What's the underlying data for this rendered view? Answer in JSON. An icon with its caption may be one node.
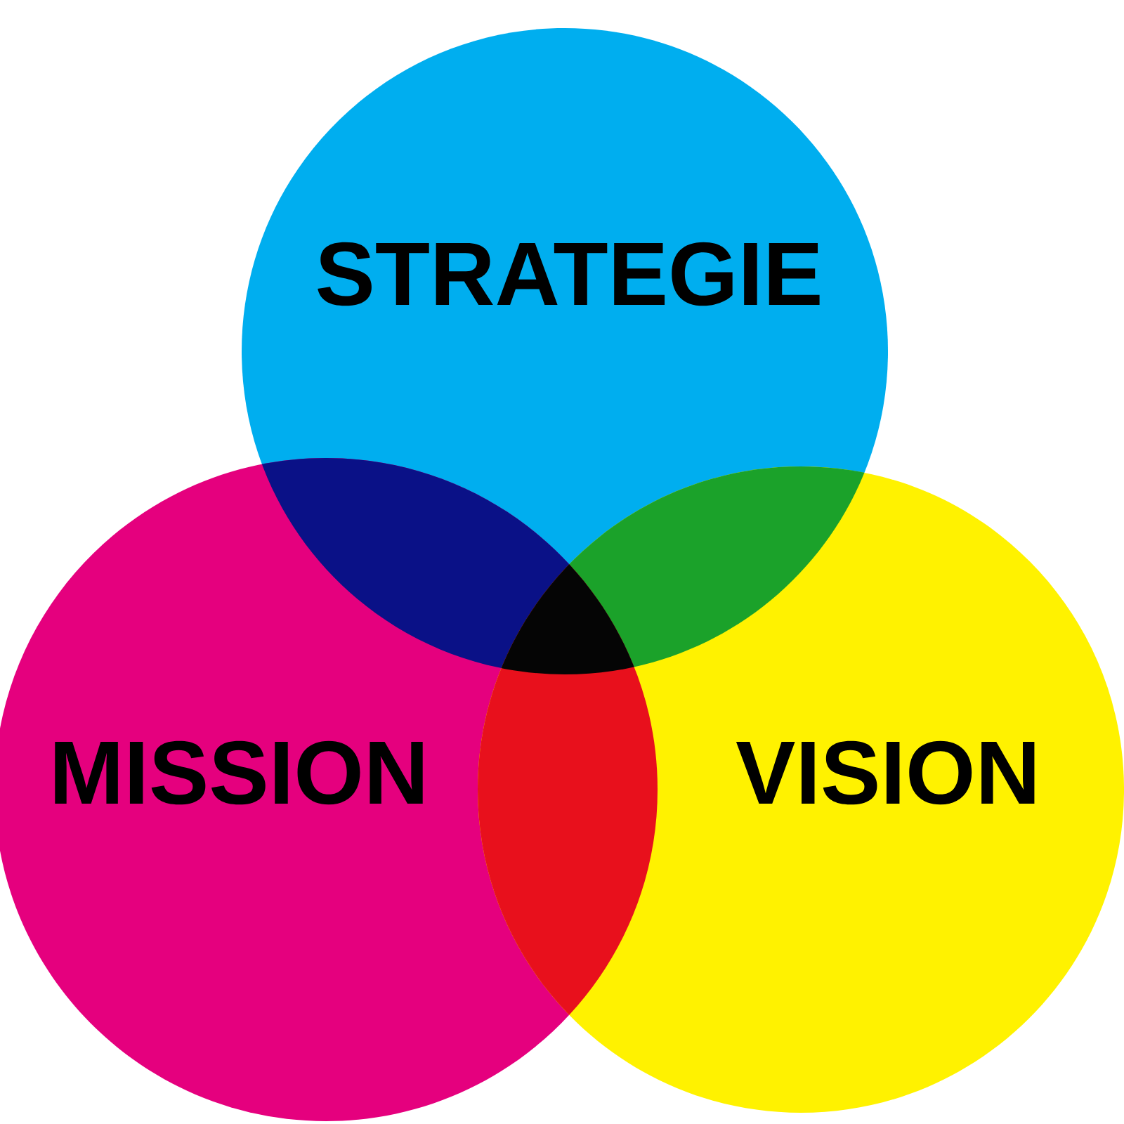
{
  "diagram": {
    "nodes": [
      {
        "text": [
          "STRATEGIE"
        ]
      },
      {
        "text": [
          "MISSION"
        ]
      },
      {
        "text": [
          "VISION"
        ]
      }
    ]
  }
}
